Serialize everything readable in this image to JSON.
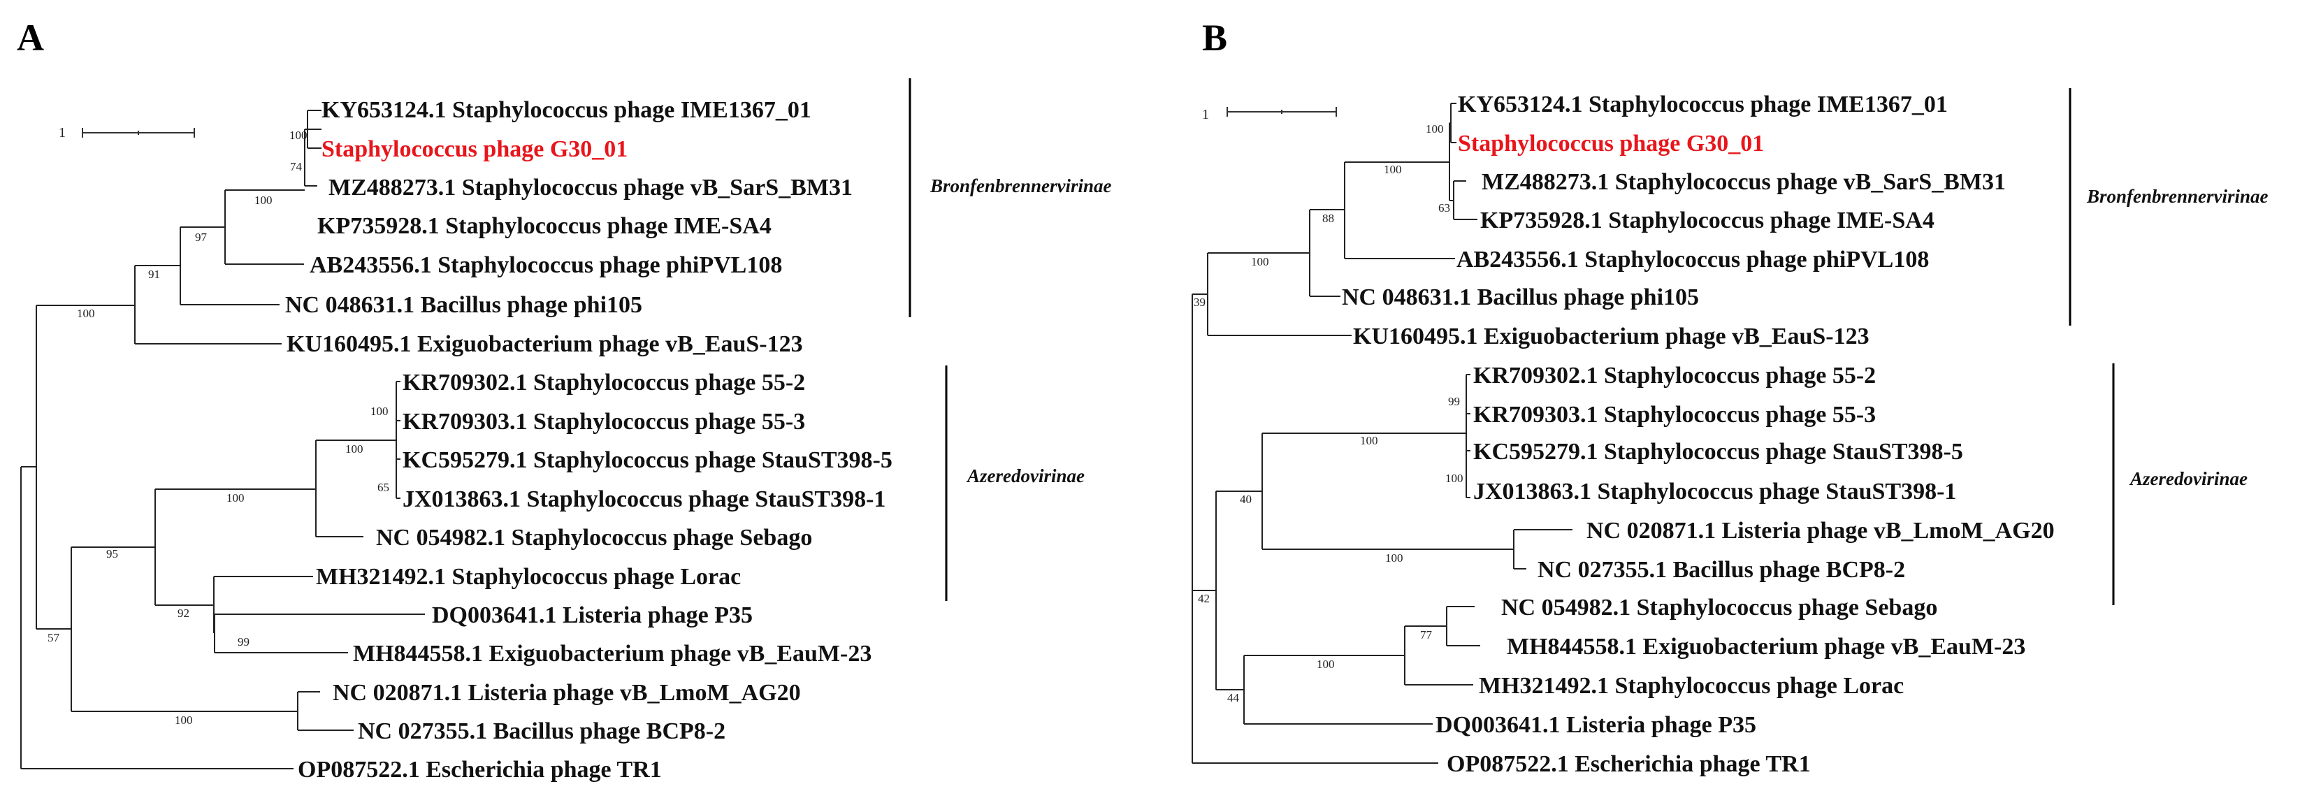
{
  "colors": {
    "highlight": "#e8151b",
    "text": "#111111",
    "branch": "#222222"
  },
  "panels": [
    {
      "letter": "A",
      "scale_label": "1",
      "leaves": [
        {
          "label": "KY653124.1 Staphylococcus phage IME1367_01",
          "highlight": false
        },
        {
          "label": "Staphylococcus phage G30_01",
          "highlight": true
        },
        {
          "label": "MZ488273.1 Staphylococcus phage vB_SarS_BM31",
          "highlight": false
        },
        {
          "label": "KP735928.1 Staphylococcus phage IME-SA4",
          "highlight": false
        },
        {
          "label": "AB243556.1 Staphylococcus phage phiPVL108",
          "highlight": false
        },
        {
          "label": "NC 048631.1 Bacillus phage phi105",
          "highlight": false
        },
        {
          "label": "KU160495.1 Exiguobacterium phage vB_EauS-123",
          "highlight": false
        },
        {
          "label": "KR709302.1 Staphylococcus phage 55-2",
          "highlight": false
        },
        {
          "label": "KR709303.1 Staphylococcus phage 55-3",
          "highlight": false
        },
        {
          "label": "KC595279.1 Staphylococcus phage StauST398-5",
          "highlight": false
        },
        {
          "label": "JX013863.1 Staphylococcus phage StauST398-1",
          "highlight": false
        },
        {
          "label": "NC 054982.1 Staphylococcus phage Sebago",
          "highlight": false
        },
        {
          "label": "MH321492.1 Staphylococcus phage Lorac",
          "highlight": false
        },
        {
          "label": "DQ003641.1 Listeria phage P35",
          "highlight": false
        },
        {
          "label": "MH844558.1 Exiguobacterium phage vB_EauM-23",
          "highlight": false
        },
        {
          "label": "NC 020871.1 Listeria phage vB_LmoM_AG20",
          "highlight": false
        },
        {
          "label": "NC 027355.1 Bacillus phage BCP8-2",
          "highlight": false
        },
        {
          "label": "OP087522.1 Escherichia phage TR1",
          "highlight": false
        }
      ],
      "bootstrap": [
        "100",
        "74",
        "100",
        "97",
        "91",
        "100",
        "100",
        "65",
        "100",
        "100",
        "95",
        "92",
        "99",
        "100",
        "57"
      ],
      "clades": [
        {
          "name": "Bronfenbrennervirinae"
        },
        {
          "name": "Azeredovirinae"
        }
      ]
    },
    {
      "letter": "B",
      "scale_label": "1",
      "leaves": [
        {
          "label": "KY653124.1 Staphylococcus phage IME1367_01",
          "highlight": false
        },
        {
          "label": "Staphylococcus phage G30_01",
          "highlight": true
        },
        {
          "label": "MZ488273.1 Staphylococcus phage vB_SarS_BM31",
          "highlight": false
        },
        {
          "label": "KP735928.1 Staphylococcus phage IME-SA4",
          "highlight": false
        },
        {
          "label": "AB243556.1 Staphylococcus phage phiPVL108",
          "highlight": false
        },
        {
          "label": "NC 048631.1 Bacillus phage phi105",
          "highlight": false
        },
        {
          "label": "KU160495.1 Exiguobacterium phage vB_EauS-123",
          "highlight": false
        },
        {
          "label": "KR709302.1 Staphylococcus phage 55-2",
          "highlight": false
        },
        {
          "label": "KR709303.1 Staphylococcus phage 55-3",
          "highlight": false
        },
        {
          "label": "KC595279.1 Staphylococcus phage StauST398-5",
          "highlight": false
        },
        {
          "label": "JX013863.1 Staphylococcus phage StauST398-1",
          "highlight": false
        },
        {
          "label": "NC 020871.1 Listeria phage vB_LmoM_AG20",
          "highlight": false
        },
        {
          "label": "NC 027355.1 Bacillus phage BCP8-2",
          "highlight": false
        },
        {
          "label": "NC 054982.1 Staphylococcus phage Sebago",
          "highlight": false
        },
        {
          "label": "MH844558.1 Exiguobacterium phage vB_EauM-23",
          "highlight": false
        },
        {
          "label": "MH321492.1 Staphylococcus phage Lorac",
          "highlight": false
        },
        {
          "label": "DQ003641.1 Listeria phage P35",
          "highlight": false
        },
        {
          "label": "OP087522.1 Escherichia phage TR1",
          "highlight": false
        }
      ],
      "bootstrap": [
        "100",
        "63",
        "100",
        "88",
        "100",
        "39",
        "99",
        "100",
        "100",
        "100",
        "40",
        "77",
        "100",
        "44",
        "42"
      ],
      "clades": [
        {
          "name": "Bronfenbrennervirinae"
        },
        {
          "name": "Azeredovirinae"
        }
      ]
    }
  ]
}
